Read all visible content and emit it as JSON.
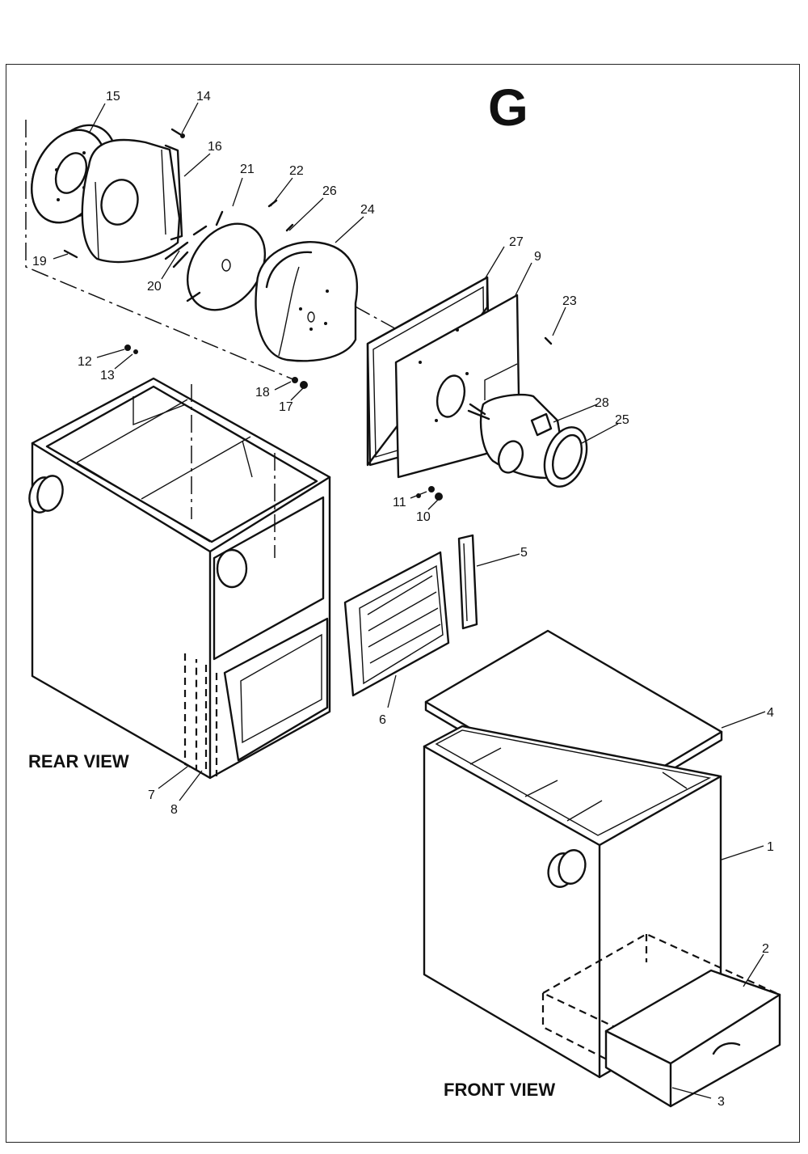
{
  "section_letter": "G",
  "views": {
    "rear": "REAR VIEW",
    "front": "FRONT VIEW"
  },
  "callouts": {
    "c1": "1",
    "c2": "2",
    "c3": "3",
    "c4": "4",
    "c5": "5",
    "c6": "6",
    "c7": "7",
    "c8": "8",
    "c9": "9",
    "c10": "10",
    "c11": "11",
    "c12": "12",
    "c13": "13",
    "c14": "14",
    "c15": "15",
    "c16": "16",
    "c17": "17",
    "c18": "18",
    "c19": "19",
    "c20": "20",
    "c21": "21",
    "c22": "22",
    "c23": "23",
    "c24": "24",
    "c25": "25",
    "c26": "26",
    "c27": "27",
    "c28": "28"
  }
}
